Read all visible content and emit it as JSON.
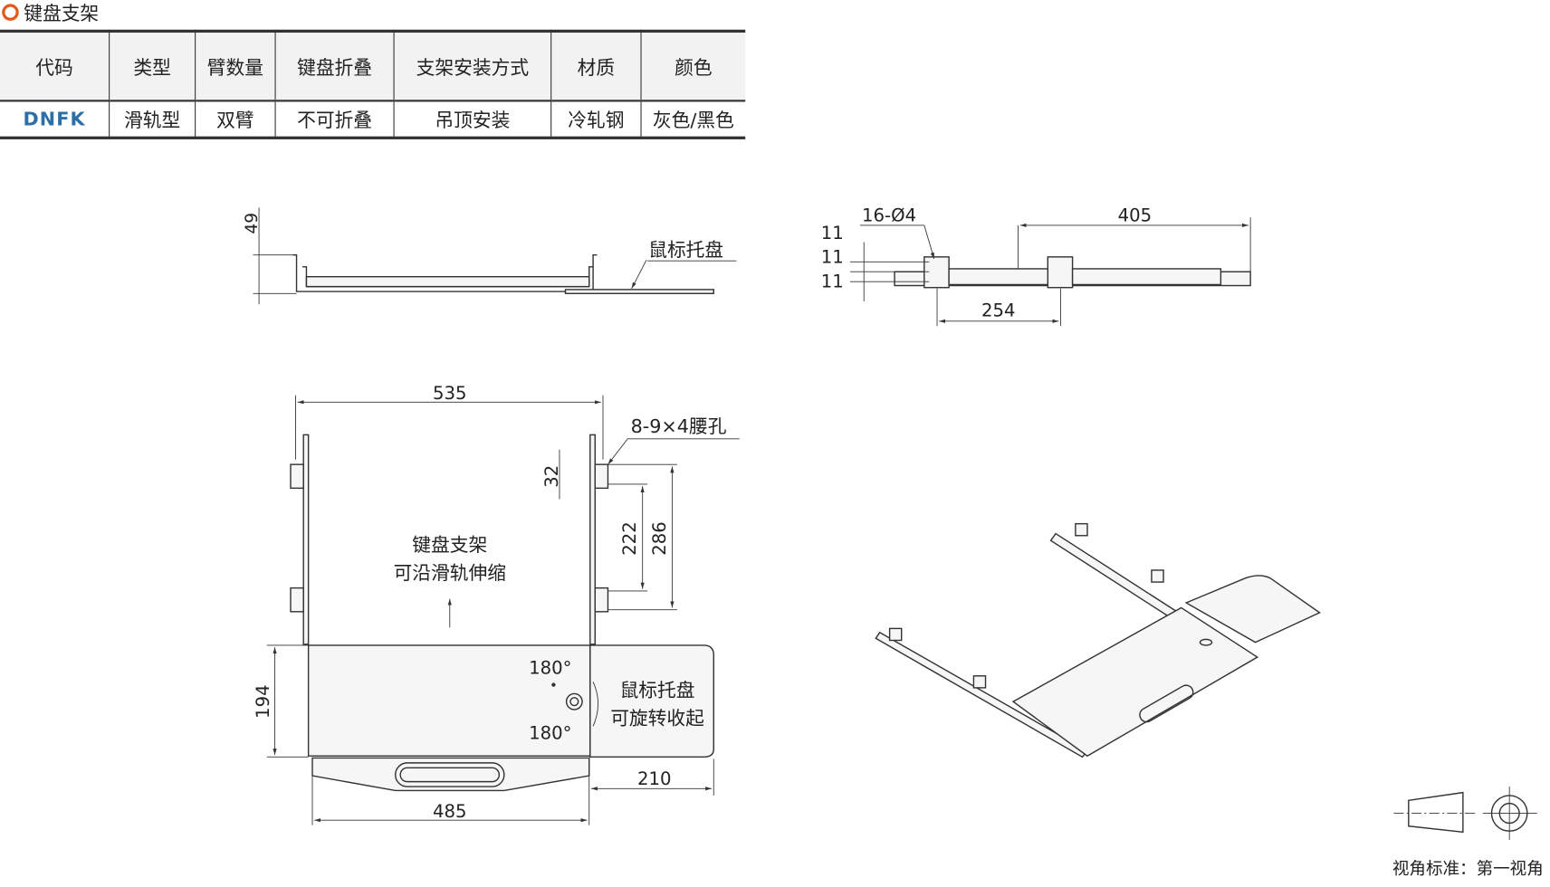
{
  "title": "键盘支架",
  "table": {
    "headers": [
      "代码",
      "类型",
      "臂数量",
      "键盘折叠",
      "支架安装方式",
      "材质",
      "颜色"
    ],
    "row": [
      "DNFK",
      "滑轨型",
      "双臂",
      "不可折叠",
      "吊顶安装",
      "冷轧钢",
      "灰色/黑色"
    ]
  },
  "side_view": {
    "dim_height": "49",
    "callout": "鼠标托盘"
  },
  "rail_view": {
    "holes": "16-Ø4",
    "dim_405": "405",
    "dim_254": "254",
    "pitch": [
      "11",
      "11",
      "11"
    ]
  },
  "front_view": {
    "dim_535": "535",
    "slots": "8-9×4腰孔",
    "dim_32": "32",
    "dim_222": "222",
    "dim_286": "286",
    "note1": "键盘支架",
    "note2": "可沿滑轨伸缩",
    "angle_top": "180°",
    "angle_bottom": "180°",
    "tray_note1": "鼠标托盘",
    "tray_note2": "可旋转收起",
    "dim_194": "194",
    "dim_485": "485",
    "dim_210": "210"
  },
  "projection": {
    "label": "视角标准：第一视角"
  },
  "colors": {
    "accent": "#e05a1a",
    "code": "#2c6fa6"
  }
}
